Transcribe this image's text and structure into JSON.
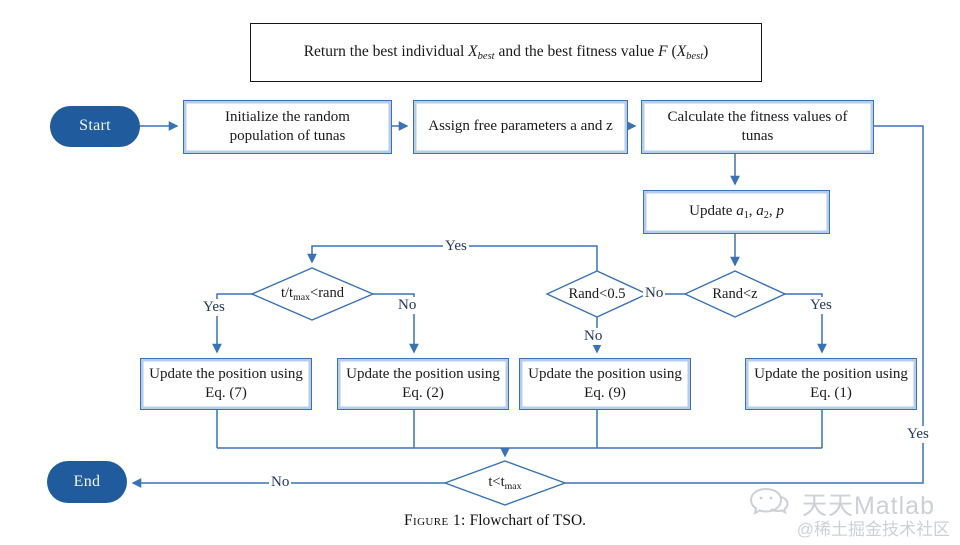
{
  "figure": {
    "caption": {
      "label": "Figure 1:",
      "text": " Flowchart of TSO."
    }
  },
  "colors": {
    "line_blue": "#3a72b6",
    "box_inner_blue": "#b6cce9",
    "pill_fill": "#1f5b9d",
    "label_navy": "#22365e",
    "watermark_gray": "#ccd1d6"
  },
  "nodes": {
    "start": "Start",
    "end": "End",
    "return_box": {
      "segs": [
        "Return the best individual ",
        "X",
        "best",
        " and the best fitness value ",
        "F",
        " (",
        "X",
        "best",
        ")"
      ]
    },
    "init": "Initialize the random population of tunas",
    "assign": "Assign free parameters a and z",
    "calc": "Calculate the fitness values of tunas",
    "update_a": {
      "segs": [
        "Update ",
        "a",
        "1",
        ", ",
        "a",
        "2",
        ", ",
        "p"
      ]
    },
    "d_rand_z": "Rand<z",
    "d_rand_05": "Rand<0.5",
    "d_ttmax": {
      "segs": [
        "t/t",
        "max",
        "<rand"
      ]
    },
    "d_t_lt_tmax": {
      "segs": [
        "t<t",
        "max"
      ]
    },
    "eq7": "Update the position using Eq. (7)",
    "eq2": "Update the position using Eq. (2)",
    "eq9": "Update the position using Eq. (9)",
    "eq1": "Update the position using Eq. (1)"
  },
  "edge_labels": {
    "ttmax_yes": "Yes",
    "ttmax_no": "No",
    "rand05_yes_top": "Yes",
    "randz_no": "No",
    "rand05_no_bottom": "No",
    "randz_yes": "Yes",
    "loop_yes": "Yes",
    "end_no": "No"
  },
  "watermark": {
    "brand": "天天Matlab",
    "handle": "@稀土掘金技术社区",
    "icon": "chat-bubbles-icon"
  }
}
